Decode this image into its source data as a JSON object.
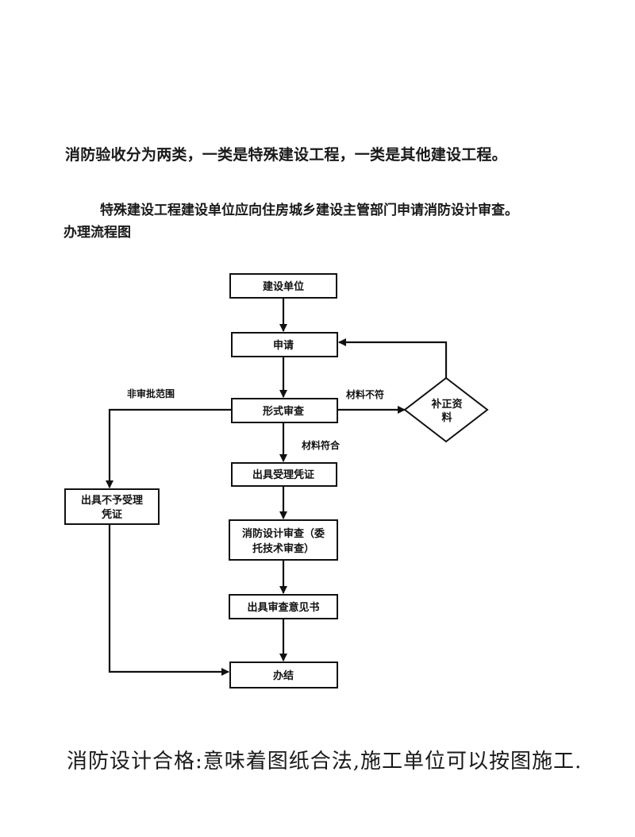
{
  "document": {
    "intro": "消防验收分为两类，一类是特殊建设工程，一类是其他建设工程。",
    "special_projects": "特殊建设工程建设单位应向住房城乡建设主管部门申请消防设计审查。",
    "flowchart_title": "办理流程图",
    "conclusion": "消防设计合格:意味着图纸合法,施工单位可以按图施工."
  },
  "flowchart": {
    "nodes": {
      "construction_unit": "建设单位",
      "apply": "申请",
      "formal_review": "形式审查",
      "issue_acceptance": "出具受理凭证",
      "design_review_line1": "消防设计审查（委",
      "design_review_line2": "托技术审查）",
      "issue_opinion": "出具审查意见书",
      "complete": "办结",
      "issue_rejection_line1": "出具不予受理",
      "issue_rejection_line2": "凭证",
      "supplement_line1": "补正资",
      "supplement_line2": "料"
    },
    "edges": {
      "not_in_scope": "非审批范围",
      "materials_nonconforming": "材料不符",
      "materials_conforming": "材料符合"
    }
  }
}
